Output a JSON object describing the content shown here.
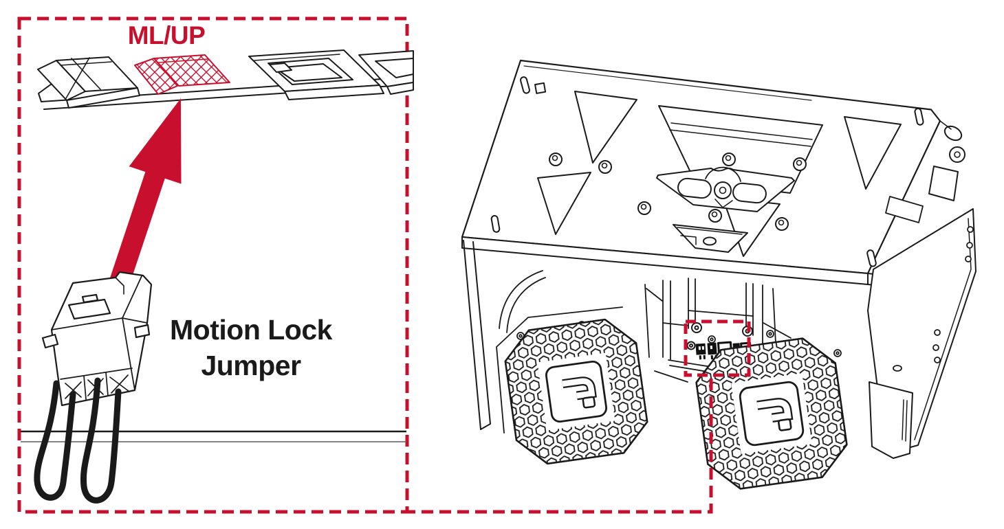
{
  "colors": {
    "accent_red": "#c8102e",
    "line": "#1a1a1a",
    "background": "#ffffff"
  },
  "callout": {
    "connector_label": "ML/UP",
    "jumper_label_line1": "Motion Lock",
    "jumper_label_line2": "Jumper"
  }
}
